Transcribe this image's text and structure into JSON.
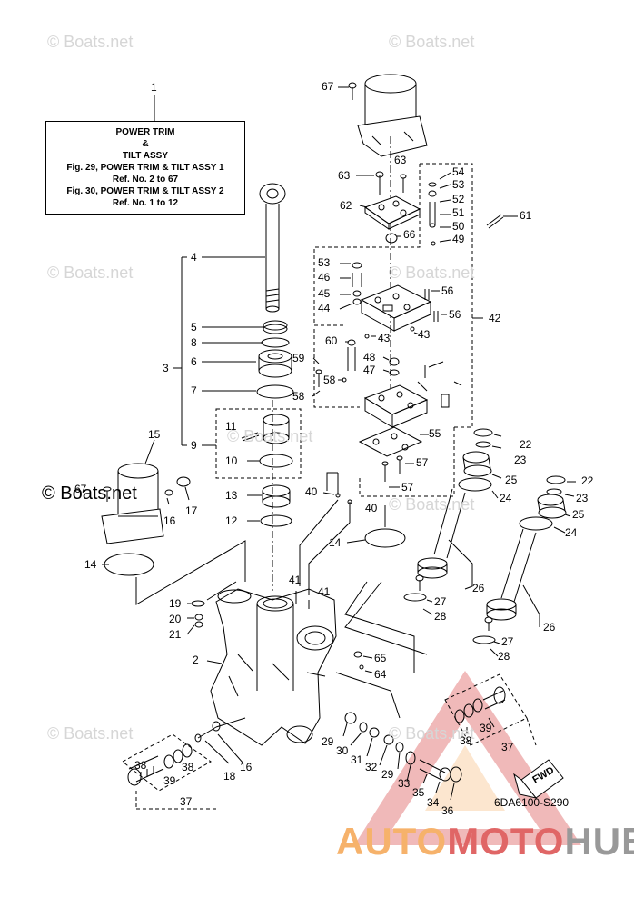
{
  "reference_box": {
    "callout": "1",
    "line1": "POWER TRIM",
    "line2": "&",
    "line3": "TILT ASSY",
    "line4": "Fig. 29, POWER TRIM & TILT ASSY 1",
    "line5": "Ref. No. 2 to 67",
    "line6": "Fig. 30, POWER TRIM & TILT ASSY 2",
    "line7": "Ref. No. 1 to 12"
  },
  "callouts": {
    "c2": "2",
    "c3": "3",
    "c4": "4",
    "c5": "5",
    "c6": "6",
    "c7": "7",
    "c8": "8",
    "c9": "9",
    "c10": "10",
    "c11": "11",
    "c12": "12",
    "c13": "13",
    "c14a": "14",
    "c14b": "14",
    "c15": "15",
    "c16a": "16",
    "c16b": "16",
    "c17": "17",
    "c18": "18",
    "c19": "19",
    "c20": "20",
    "c21": "21",
    "c22a": "22",
    "c22b": "22",
    "c23a": "23",
    "c23b": "23",
    "c24a": "24",
    "c24b": "24",
    "c25a": "25",
    "c25b": "25",
    "c26a": "26",
    "c26b": "26",
    "c27a": "27",
    "c27b": "27",
    "c28a": "28",
    "c28b": "28",
    "c29a": "29",
    "c29b": "29",
    "c30": "30",
    "c31": "31",
    "c32": "32",
    "c33": "33",
    "c34": "34",
    "c35": "35",
    "c36": "36",
    "c37a": "37",
    "c37b": "37",
    "c38a": "38",
    "c38b": "38",
    "c39a": "39",
    "c39b": "39",
    "c40a": "40",
    "c40b": "40",
    "c41a": "41",
    "c41b": "41",
    "c42": "42",
    "c43a": "43",
    "c43b": "43",
    "c44": "44",
    "c45": "45",
    "c46": "46",
    "c47": "47",
    "c48": "48",
    "c49": "49",
    "c50": "50",
    "c51": "51",
    "c52": "52",
    "c53a": "53",
    "c53b": "53",
    "c54": "54",
    "c55": "55",
    "c56a": "56",
    "c56b": "56",
    "c57a": "57",
    "c57b": "57",
    "c58a": "58",
    "c58b": "58",
    "c59": "59",
    "c60": "60",
    "c61": "61",
    "c62": "62",
    "c63a": "63",
    "c63b": "63",
    "c64": "64",
    "c65": "65",
    "c66": "66",
    "c67a": "67",
    "c67b": "67"
  },
  "fwd_label": "FWD",
  "figure_code": "6DA6100-S290",
  "watermarks": {
    "w1": "© Boats.net",
    "w2": "© Boats.net",
    "w3": "© Boats.net",
    "w4": "© Boats.net",
    "w5": "© Boats.net",
    "w6": "© Boats.net",
    "w7": "© Boats.net",
    "w8": "© Boats.net",
    "w_strong": "© Boats.net"
  },
  "logo": {
    "part1": "AUTO",
    "part2": "MOTO",
    "part3": "HUB"
  },
  "colors": {
    "line": "#000000",
    "watermark": "#d6d6d6",
    "logo_orange": "#f6b26b",
    "logo_red": "#e06666",
    "logo_gray": "#999999"
  }
}
